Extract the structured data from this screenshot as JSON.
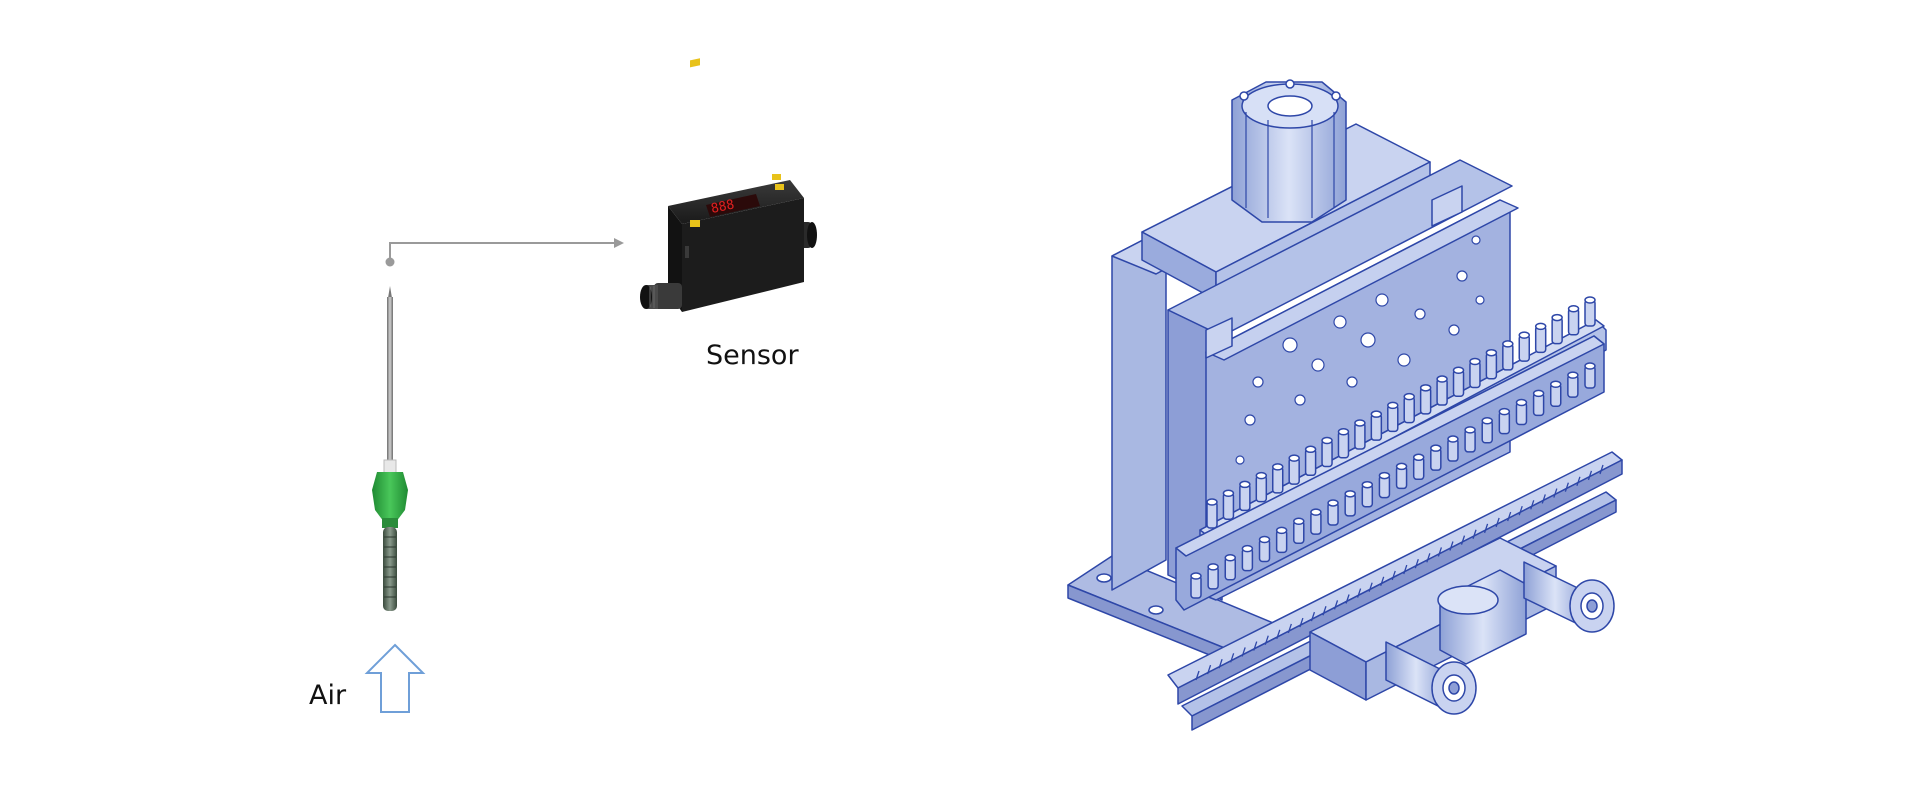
{
  "labels": {
    "sensor": "Sensor",
    "air": "Air"
  },
  "sensor_display": {
    "readout": "888"
  },
  "colors": {
    "background": "#ffffff",
    "connector_line": "#9a9a9a",
    "air_arrow": "#6f9fd8",
    "needle_hub": "#33a845",
    "sensor_body": "#1c1c1c",
    "sensor_display": "#d11a1a",
    "sensor_button": "#e8c21a",
    "machine_fill": "#a9b8e2",
    "machine_stroke": "#2e47a8"
  },
  "icons": {
    "needle": "needle-probe-icon",
    "sensor": "flow-sensor-icon",
    "air_arrow": "up-arrow-outline-icon",
    "machine": "machine-assembly-drawing"
  }
}
